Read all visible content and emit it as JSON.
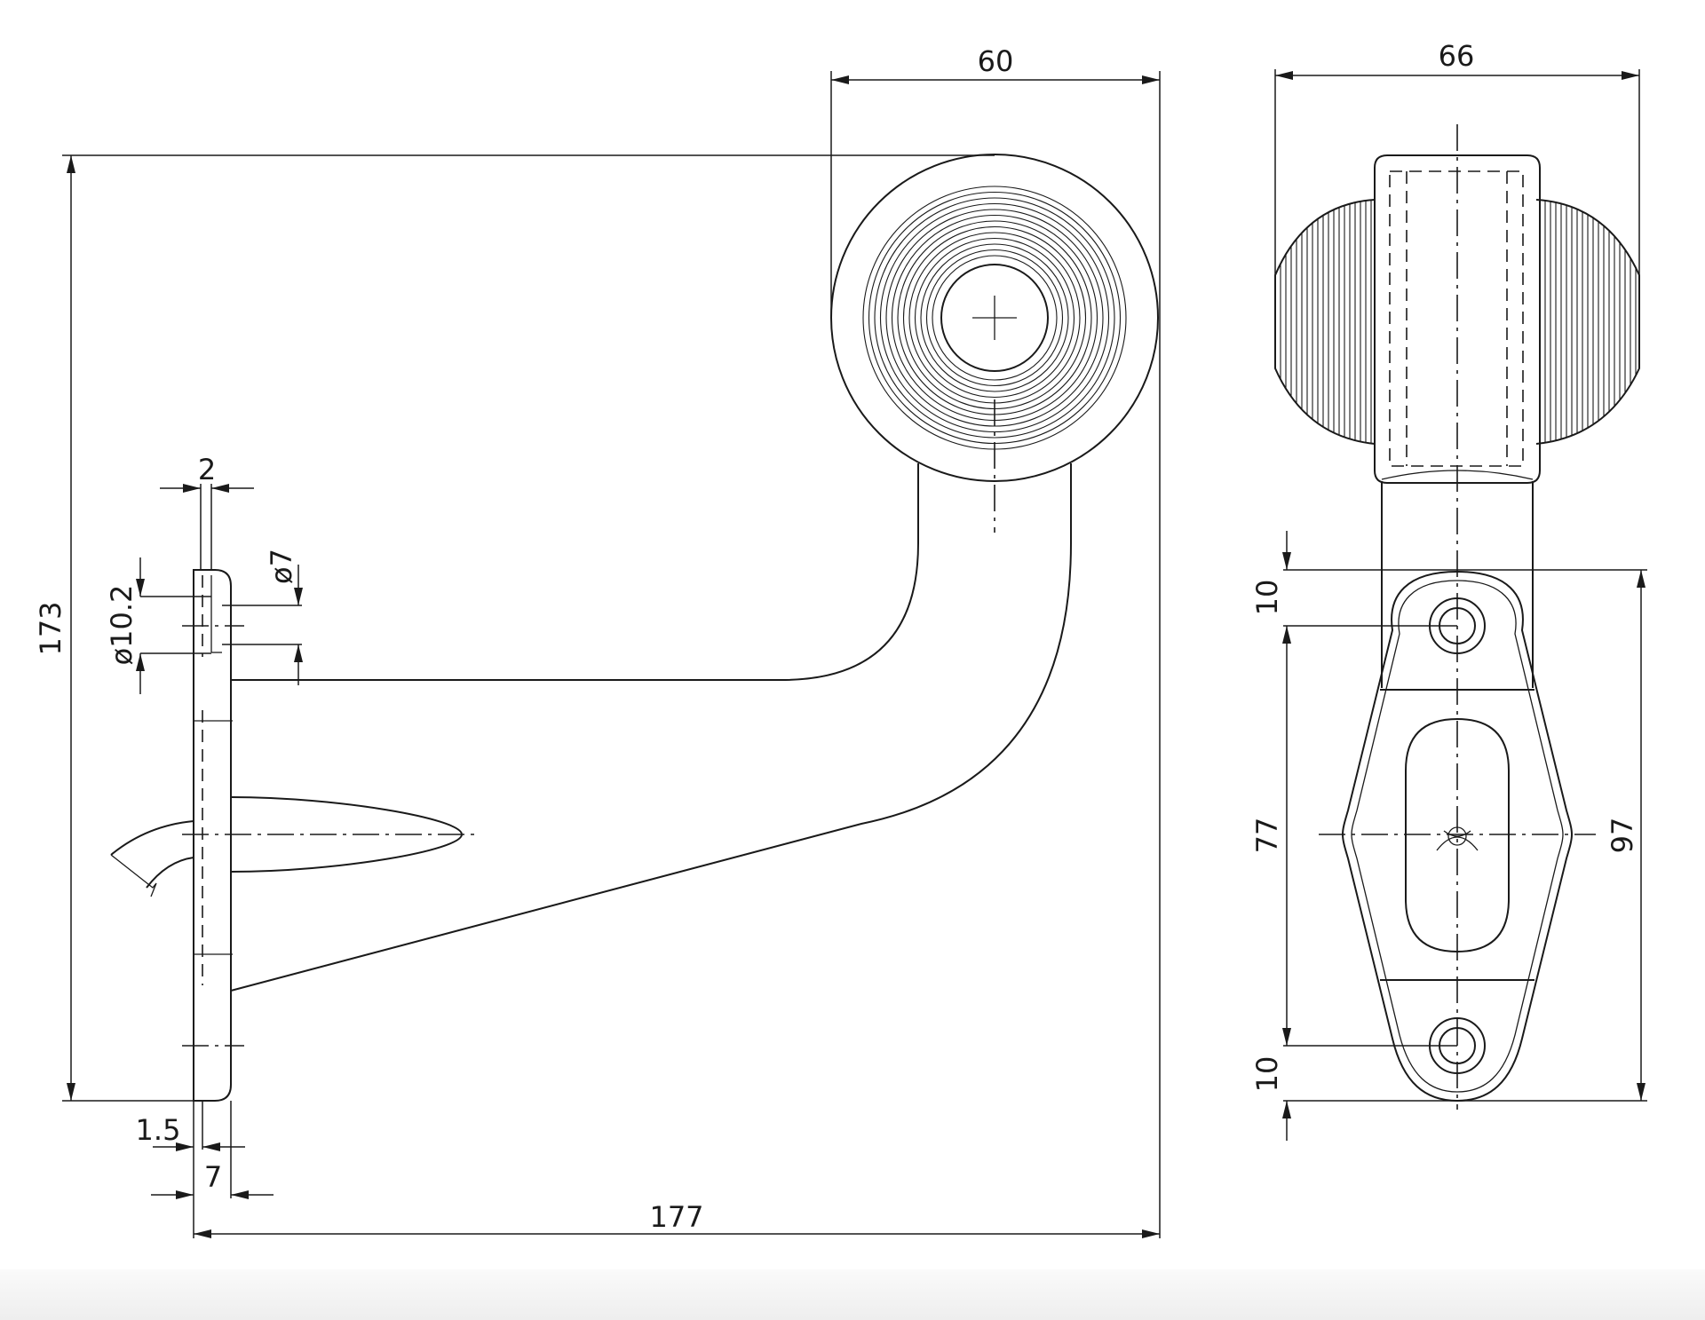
{
  "dimensions": {
    "arm_reach": "177",
    "lamp_height": "173",
    "lamp_diameter": "60",
    "lamp_width": "66",
    "bracket_height": "97",
    "hole_pitch": "77",
    "hole_offset_top": "10",
    "hole_offset_bottom": "10",
    "plate_thickness": "7",
    "offset_1_5": "1.5",
    "gap_2": "2",
    "bore_dia_10_2": "ø10.2",
    "bore_dia_7": "ø7"
  },
  "colors": {
    "line": "#1a1a1a",
    "paper": "#ffffff"
  }
}
